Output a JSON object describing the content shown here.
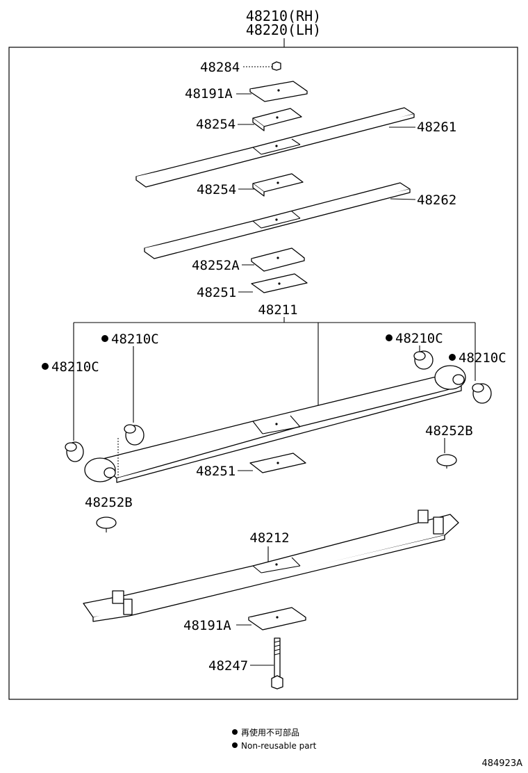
{
  "assembly": {
    "number_rh": "48210(RH)",
    "number_lh": "48220(LH)"
  },
  "parts": {
    "p48284": "48284",
    "p48191a_top": "48191A",
    "p48254_top": "48254",
    "p48261": "48261",
    "p48254_mid": "48254",
    "p48262": "48262",
    "p48252a": "48252A",
    "p48251_top": "48251",
    "p48211": "48211",
    "p48210c_1": "48210C",
    "p48210c_2": "48210C",
    "p48210c_3": "48210C",
    "p48210c_4": "48210C",
    "p48252b_right": "48252B",
    "p48251_bottom": "48251",
    "p48252b_left": "48252B",
    "p48212": "48212",
    "p48191a_bottom": "48191A",
    "p48247": "48247"
  },
  "legend": {
    "marker_jp": "再使用不可部品",
    "marker_en": "Non-reusable part"
  },
  "illustration_code": "484923A"
}
